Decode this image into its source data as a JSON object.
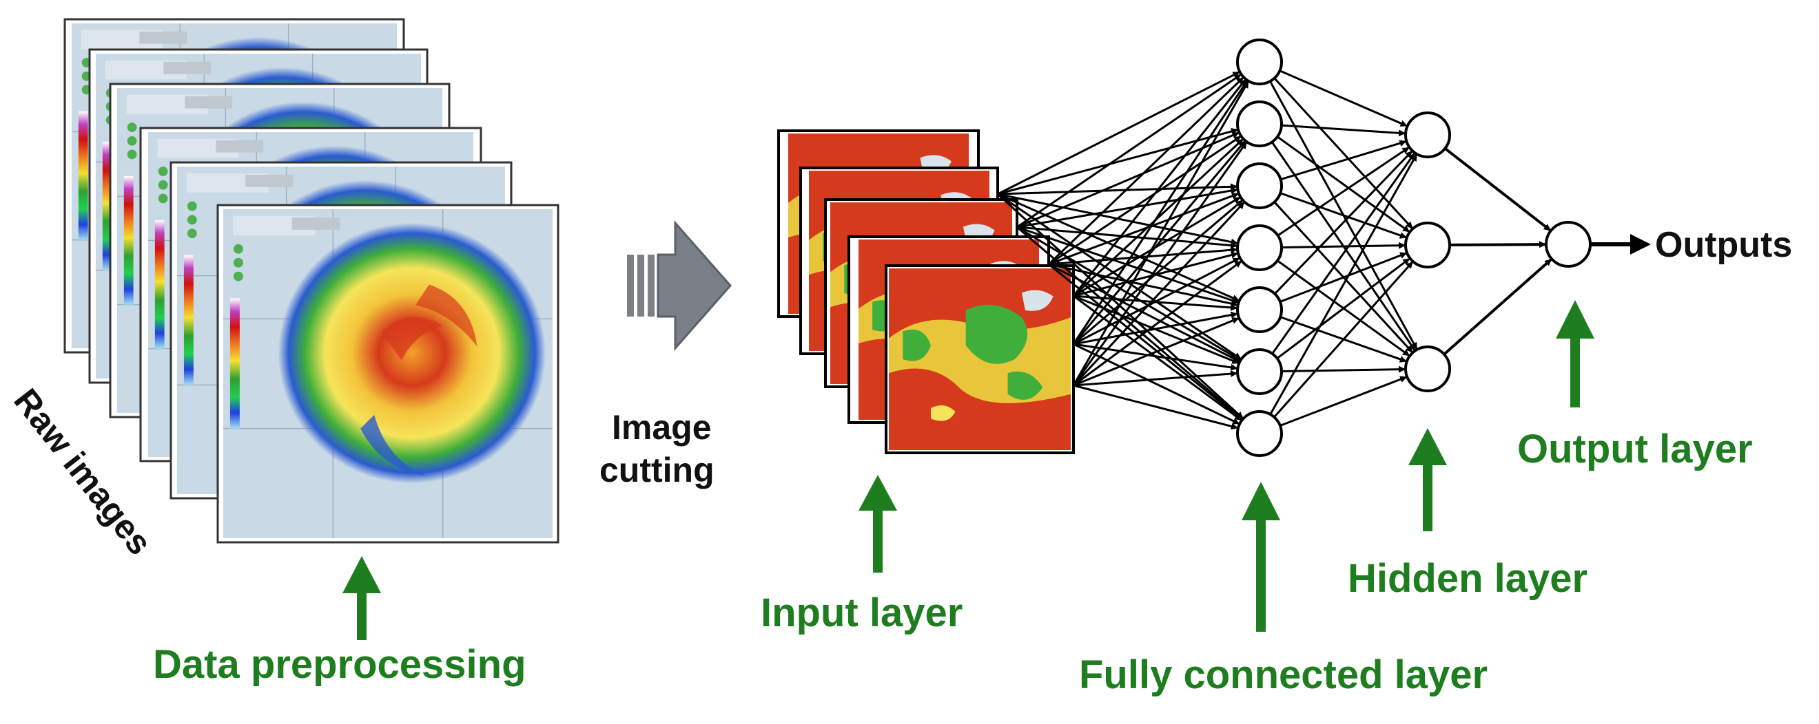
{
  "labels": {
    "raw_images": "Raw images",
    "data_preprocessing": "Data preprocessing",
    "image_cutting_line1": "Image",
    "image_cutting_line2": "cutting",
    "input_layer": "Input layer",
    "fully_connected_layer": "Fully connected layer",
    "hidden_layer": "Hidden layer",
    "output_layer": "Output layer",
    "outputs": "Outputs"
  },
  "colors": {
    "label_green": "#1e7d1e",
    "arrow_green": "#1e7d1e",
    "radar_background": "#c9d9e6",
    "node_stroke": "#000000",
    "process_arrow": "#7b7f88"
  },
  "network": {
    "fully_connected_node_count": 7,
    "hidden_node_count": 3,
    "output_node_count": 1
  }
}
